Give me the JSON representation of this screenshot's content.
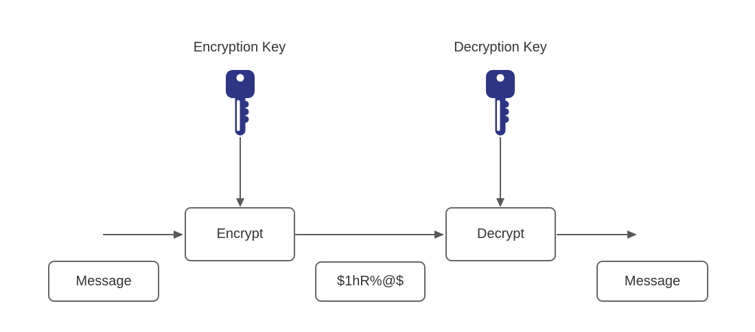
{
  "colors": {
    "background": "#ffffff",
    "box_border": "#666666",
    "box_text": "#333333",
    "label_text": "#333333",
    "arrow": "#595959",
    "key_fill": "#2d3585",
    "key_hole": "#ffffff"
  },
  "labels": {
    "encryption_key": "Encryption Key",
    "decryption_key": "Decryption Key"
  },
  "nodes": {
    "encrypt": "Encrypt",
    "decrypt": "Decrypt",
    "message_left": "Message",
    "ciphertext": "$1hR%@$",
    "message_right": "Message"
  },
  "icons": {
    "encryption_key_icon": "key-icon",
    "decryption_key_icon": "key-icon"
  }
}
